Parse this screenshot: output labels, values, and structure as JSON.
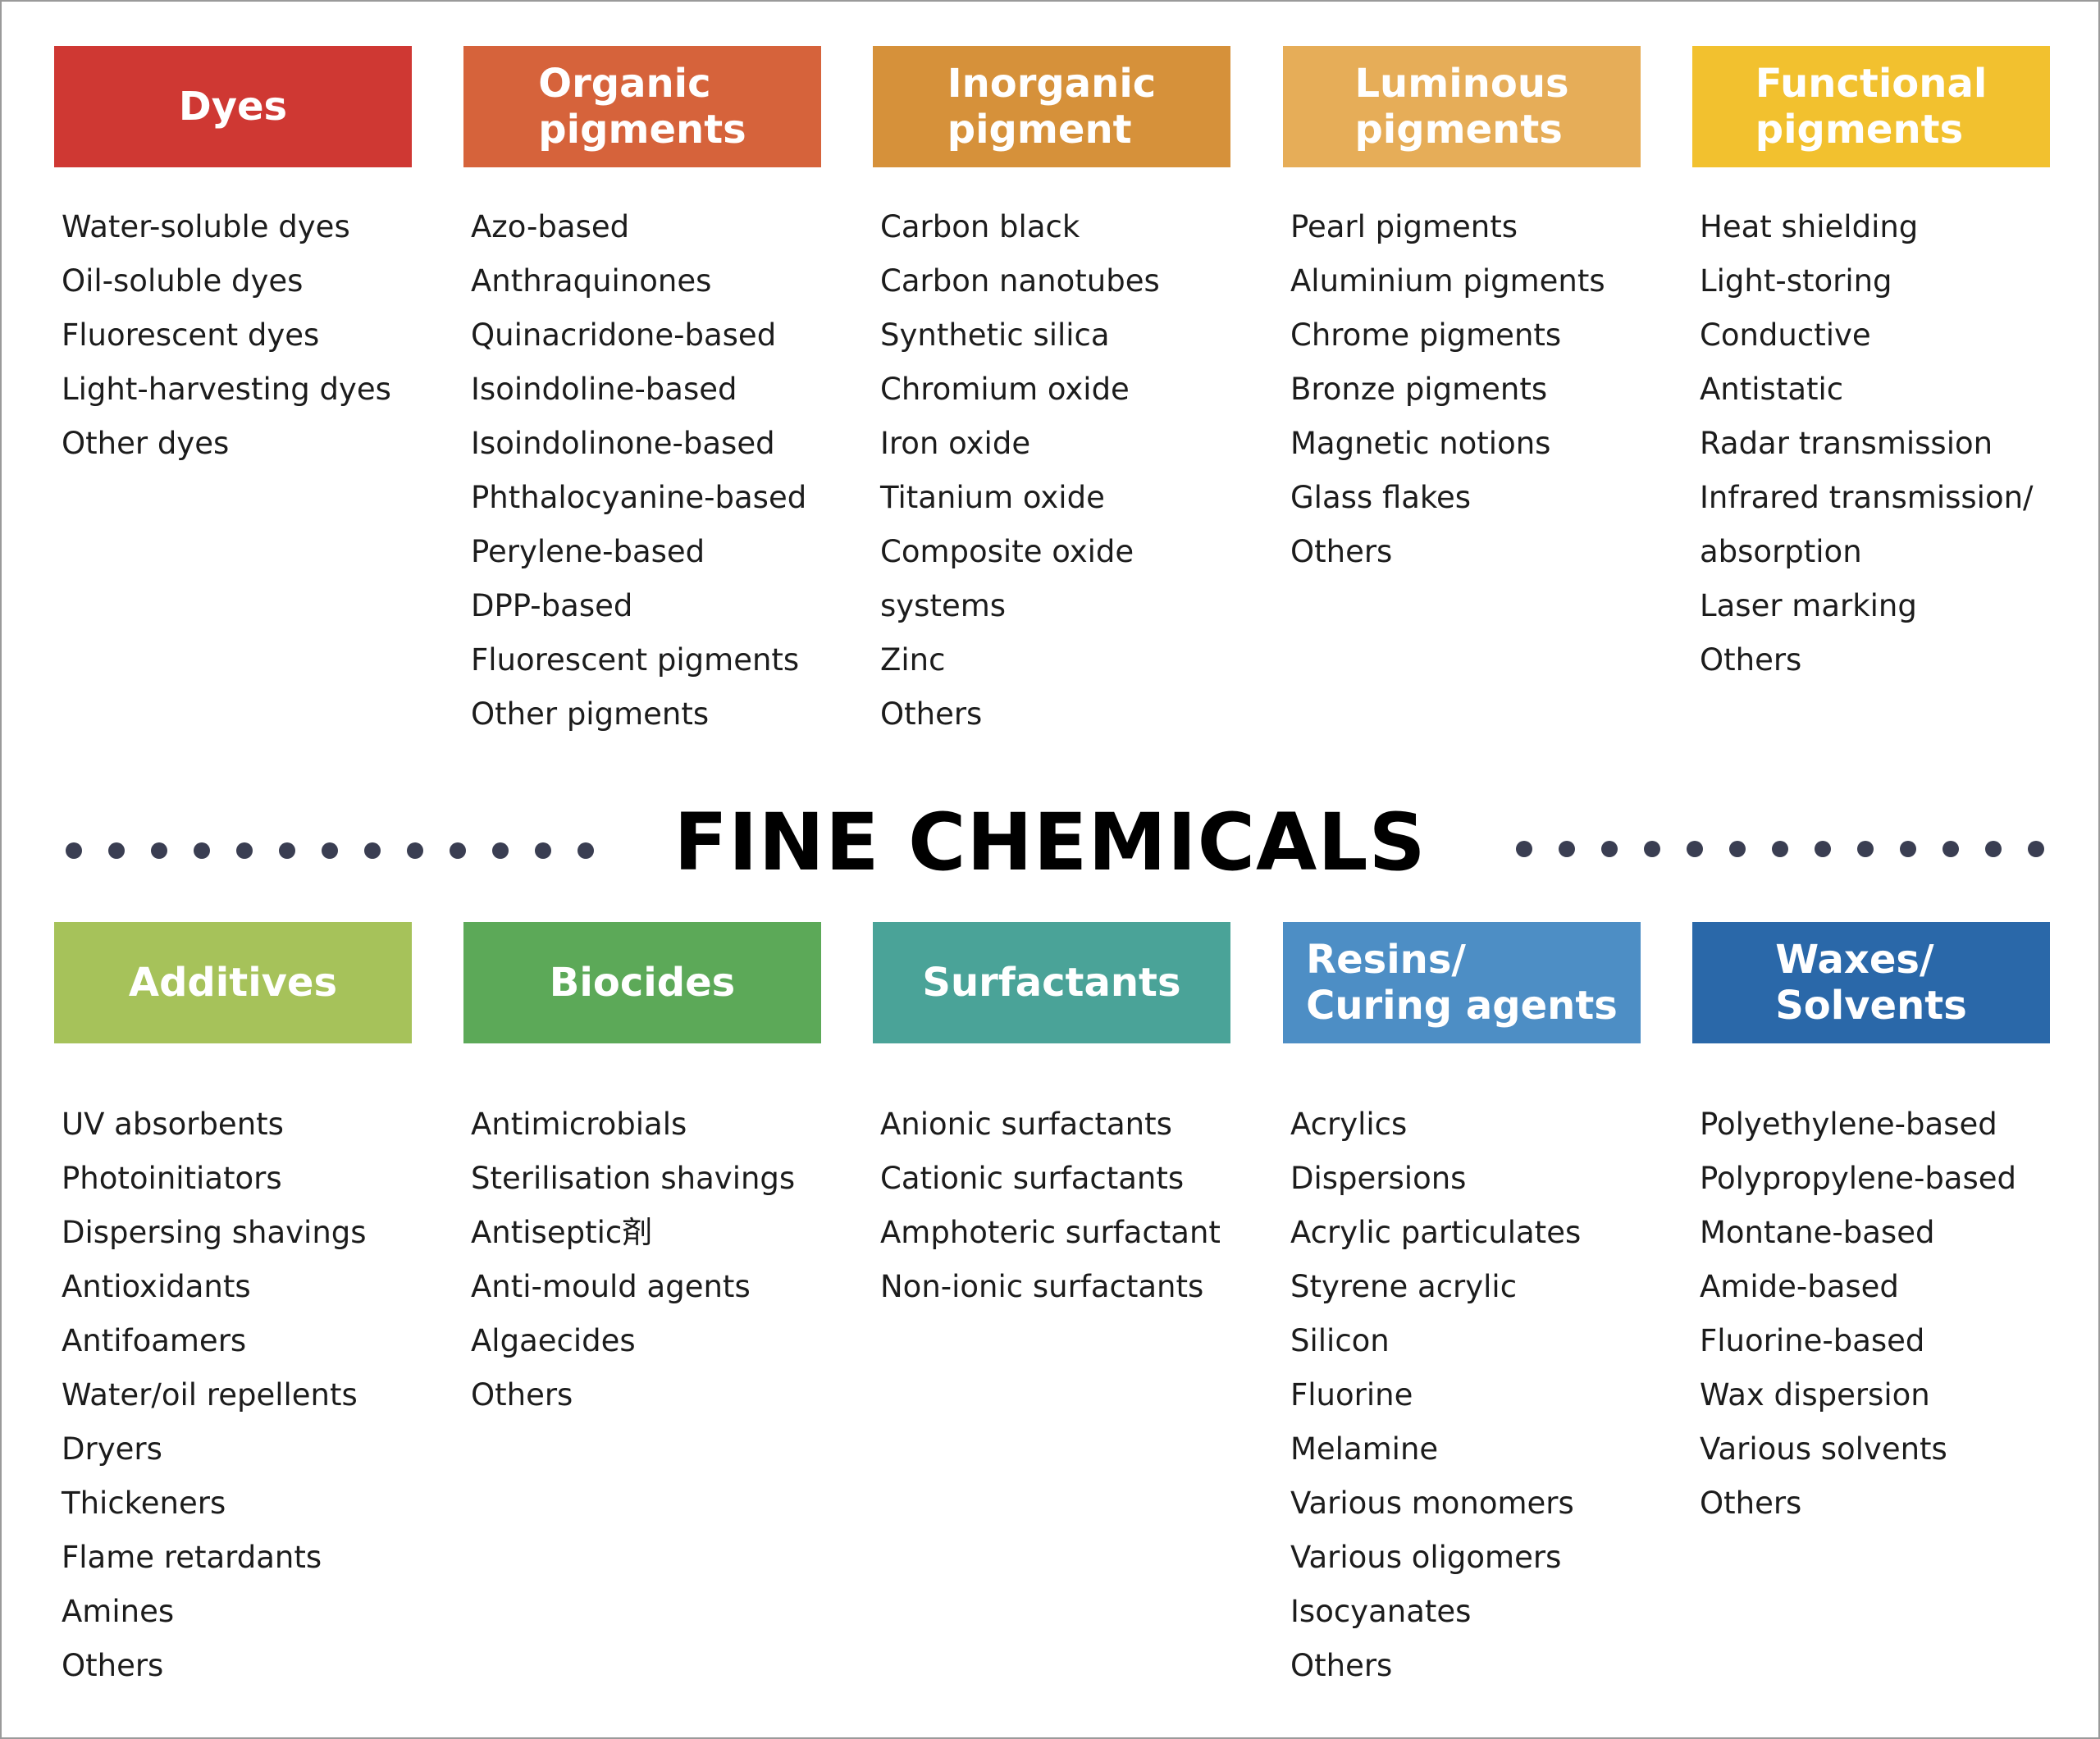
{
  "title": "FINE CHEMICALS",
  "colors": {
    "dyes": "#cf3833",
    "organic": "#d6633b",
    "inorganic": "#d6913a",
    "luminous": "#e6ad58",
    "functional": "#f2c12f",
    "additives": "#a6c25a",
    "biocides": "#5ca958",
    "surfactants": "#4aa398",
    "resins": "#4d8ec5",
    "waxes": "#2a68a9",
    "dots": "#3a3e52"
  },
  "top": [
    {
      "title": "Dyes",
      "items": [
        "Water-soluble dyes",
        "Oil-soluble dyes",
        "Fluorescent dyes",
        "Light-harvesting dyes",
        "Other dyes"
      ]
    },
    {
      "title": "Organic\npigments",
      "items": [
        "Azo-based",
        "Anthraquinones",
        "Quinacridone-based",
        "Isoindoline-based",
        "Isoindolinone-based",
        "Phthalocyanine-based",
        "Perylene-based",
        "DPP-based",
        "Fluorescent pigments",
        "Other pigments"
      ]
    },
    {
      "title": "Inorganic\npigment",
      "items": [
        "Carbon black",
        "Carbon nanotubes",
        "Synthetic silica",
        "Chromium oxide",
        "Iron oxide",
        "Titanium oxide",
        "Composite oxide",
        "systems",
        "Zinc",
        "Others"
      ]
    },
    {
      "title": "Luminous\npigments",
      "items": [
        "Pearl pigments",
        "Aluminium pigments",
        "Chrome pigments",
        "Bronze pigments",
        "Magnetic notions",
        "Glass flakes",
        "Others"
      ]
    },
    {
      "title": "Functional\npigments",
      "items": [
        "Heat shielding",
        "Light-storing",
        "Conductive",
        "Antistatic",
        "Radar transmission",
        "Infrared transmission/",
        "absorption",
        "Laser marking",
        "Others"
      ]
    }
  ],
  "bottom": [
    {
      "title": "Additives",
      "items": [
        "UV absorbents",
        "Photoinitiators",
        "Dispersing shavings",
        "Antioxidants",
        "Antifoamers",
        "Water/oil repellents",
        "Dryers",
        "Thickeners",
        "Flame retardants",
        "Amines",
        "Others"
      ]
    },
    {
      "title": "Biocides",
      "items": [
        "Antimicrobials",
        "Sterilisation shavings",
        "Antiseptic剤",
        "Anti-mould agents",
        "Algaecides",
        "Others"
      ]
    },
    {
      "title": "Surfactants",
      "items": [
        "Anionic surfactants",
        "Cationic surfactants",
        "Amphoteric surfactant",
        "Non-ionic surfactants"
      ]
    },
    {
      "title": "Resins/\nCuring agents",
      "items": [
        "Acrylics",
        "Dispersions",
        "Acrylic particulates",
        "Styrene acrylic",
        "Silicon",
        "Fluorine",
        "Melamine",
        "Various monomers",
        "Various oligomers",
        "Isocyanates",
        "Others"
      ]
    },
    {
      "title": "Waxes/\nSolvents",
      "items": [
        "Polyethylene-based",
        "Polypropylene-based",
        "Montane-based",
        "Amide-based",
        "Fluorine-based",
        "Wax dispersion",
        "Various solvents",
        "Others"
      ]
    }
  ]
}
